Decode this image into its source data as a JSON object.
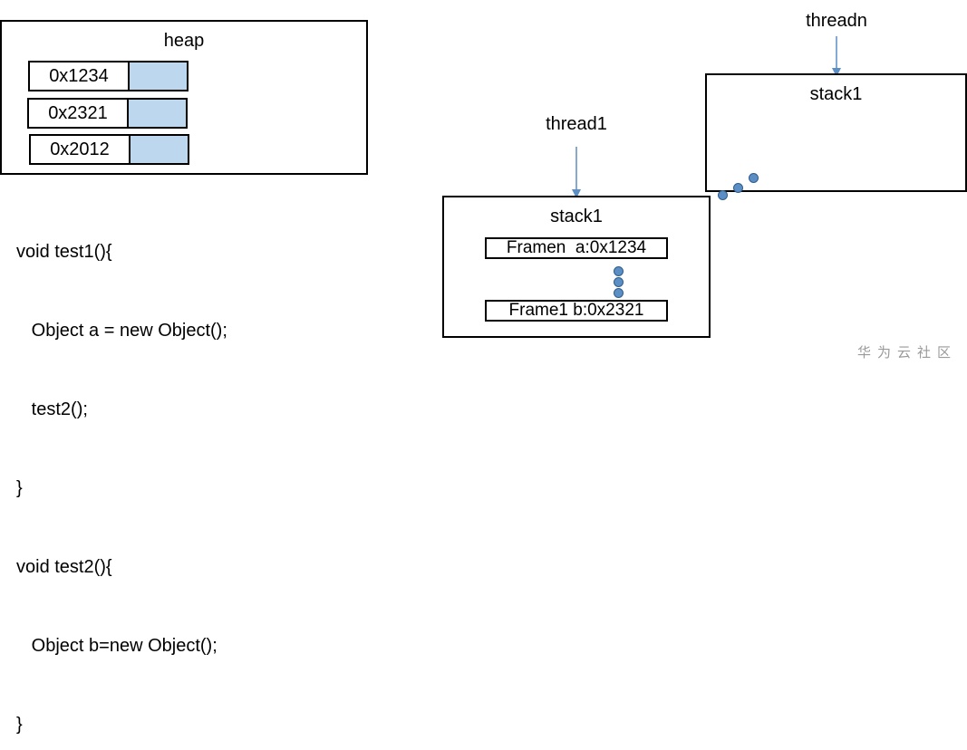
{
  "heap": {
    "title": "heap",
    "rows": [
      "0x1234",
      "0x2321",
      "0x2012"
    ]
  },
  "code": {
    "lines": [
      "void test1(){",
      "   Object a = new Object();",
      "   test2();",
      "}",
      "void test2(){",
      "   Object b=new Object();",
      "}"
    ]
  },
  "thread1": {
    "label": "thread1",
    "stack_title": "stack1",
    "frames": [
      "Framen  a:0x1234",
      "Frame1 b:0x2321"
    ]
  },
  "threadn": {
    "label": "threadn",
    "stack_title": "stack1"
  },
  "colors": {
    "heap_cell": "#bdd7ee",
    "arrow": "#5b8ec4",
    "dot": "#5b8ec4"
  },
  "watermark": "华为云社区"
}
